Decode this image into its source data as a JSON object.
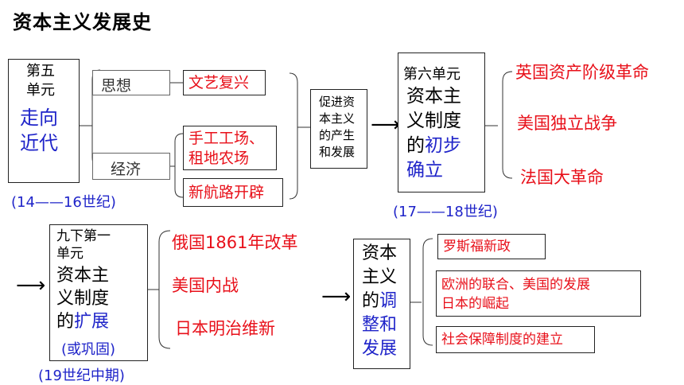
{
  "title": "资本主义发展史",
  "unit5": {
    "label": "第五单元",
    "label_line1": "第五",
    "label_line2": "单元",
    "topic_line1": "走向",
    "topic_line2": "近代",
    "period": "(14——16世纪)"
  },
  "branch_thought": {
    "label": "思想",
    "item": "文艺复兴"
  },
  "branch_economy": {
    "label": "经济",
    "item1_line1": "手工工场、",
    "item1_line2": "租地农场",
    "item2": "新航路开辟"
  },
  "promote_box": {
    "line1": "促进资",
    "line2": "本主义",
    "line3": "的产生",
    "line4": "和发展"
  },
  "unit6": {
    "label": "第六单元",
    "line1": "资本主",
    "line2": "义制度",
    "line3_black": "的",
    "line3_blue": "初步",
    "line4_blue": "确立",
    "period": "(17——18世纪)"
  },
  "unit6_events": [
    "英国资产阶级革命",
    "美国独立战争",
    "法国大革命"
  ],
  "unit9": {
    "label_line1": "九下第一",
    "label_line2": "单元",
    "line1": "资本主",
    "line2": "义制度",
    "line3_black": "的",
    "line3_blue": "扩展",
    "paren": "(或巩固)",
    "period": "(19世纪中期)"
  },
  "unit9_events": [
    "俄国1861年改革",
    "美国内战",
    "日本明治维新"
  ],
  "unit_adjust": {
    "line1": "资本",
    "line2": "主义",
    "line3_black": "的",
    "line3_blue": "调",
    "line4_blue": "整和",
    "line5_blue": "发展"
  },
  "adjust_events": {
    "e1": "罗斯福新政",
    "e2_line1": "欧洲的联合、美国的发展",
    "e2_line2": "日本的崛起",
    "e3": "社会保障制度的建立"
  },
  "colors": {
    "red": "#e8101a",
    "blue": "#1f24c9"
  }
}
